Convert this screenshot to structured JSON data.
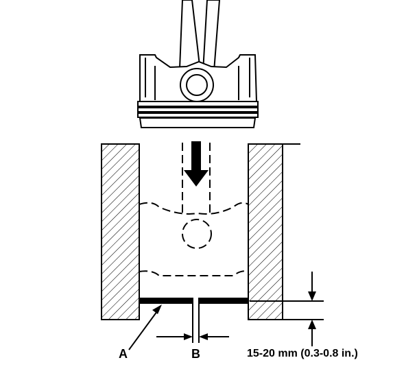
{
  "labels": {
    "a": "A",
    "b": "B",
    "dimension": "15-20 mm (0.3-0.8 in.)"
  },
  "colors": {
    "line": "#000000",
    "background": "#ffffff"
  }
}
